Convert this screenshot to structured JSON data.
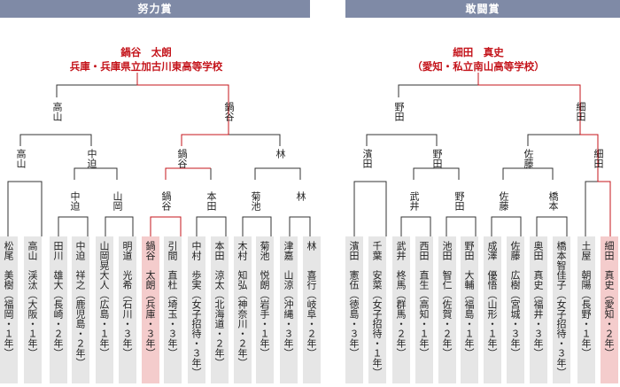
{
  "headers": {
    "left": "努力賞",
    "right": "敢闘賞"
  },
  "left": {
    "winner_name": "鍋谷　太朗",
    "winner_school": "兵庫・兵庫県立加古川東高等学校",
    "r4": [
      "高山",
      "鍋谷"
    ],
    "r3": [
      "高山",
      "中迫",
      "鍋谷",
      "林"
    ],
    "r2": [
      "中迫",
      "山岡",
      "鍋谷",
      "本田",
      "菊池",
      "林"
    ],
    "players": [
      {
        "name": "松尾　美樹",
        "info": "（福岡・１年）"
      },
      {
        "name": "高山　渓汰",
        "info": "（大阪・１年）"
      },
      {
        "name": "田川　雄大",
        "info": "（長崎・２年）"
      },
      {
        "name": "中迫　祥之",
        "info": "（鹿児島・２年）"
      },
      {
        "name": "山岡晃大人",
        "info": "（広島・１年）"
      },
      {
        "name": "明道　光希",
        "info": "（石川・３年）"
      },
      {
        "name": "鍋谷　太朗",
        "info": "（兵庫・３年）"
      },
      {
        "name": "引間　直杜",
        "info": "（埼玉・３年）"
      },
      {
        "name": "中村　歩実",
        "info": "（女子招待・３年）"
      },
      {
        "name": "本田　涼太",
        "info": "（北海道・２年）"
      },
      {
        "name": "木村　知弘",
        "info": "（神奈川・２年）"
      },
      {
        "name": "菊池　悦朗",
        "info": "（岩手・１年）"
      },
      {
        "name": "津嘉　山涼",
        "info": "（沖縄・３年）"
      },
      {
        "name": "林　　喜行",
        "info": "（岐阜・２年）"
      }
    ]
  },
  "right": {
    "winner_name": "細田　真史",
    "winner_school": "（愛知・私立南山高等学校）",
    "r4": [
      "野田",
      "細田"
    ],
    "r3": [
      "濱田",
      "野田",
      "佐藤",
      "細田"
    ],
    "r2": [
      "武井",
      "野田",
      "佐藤",
      "橋本"
    ],
    "players": [
      {
        "name": "濱田　憲伍",
        "info": "（徳島・３年）"
      },
      {
        "name": "千葉　安菜",
        "info": "（女子招待・１年）"
      },
      {
        "name": "武井　柊馬",
        "info": "（群馬・２年）"
      },
      {
        "name": "西田　直生",
        "info": "（高知・１年）"
      },
      {
        "name": "池田　智仁",
        "info": "（佐賀・２年）"
      },
      {
        "name": "野田　大輔",
        "info": "（福島・１年）"
      },
      {
        "name": "成澤　優悟",
        "info": "（山形・１年）"
      },
      {
        "name": "佐藤　広樹",
        "info": "（宮城・３年）"
      },
      {
        "name": "奥田　真史",
        "info": "（福井・３年）"
      },
      {
        "name": "橋本智佳子",
        "info": "（女子招待・３年）"
      },
      {
        "name": "土屋　朝陽",
        "info": "（長野・１年）"
      },
      {
        "name": "細田　真史",
        "info": "（愛知・２年）"
      }
    ]
  }
}
